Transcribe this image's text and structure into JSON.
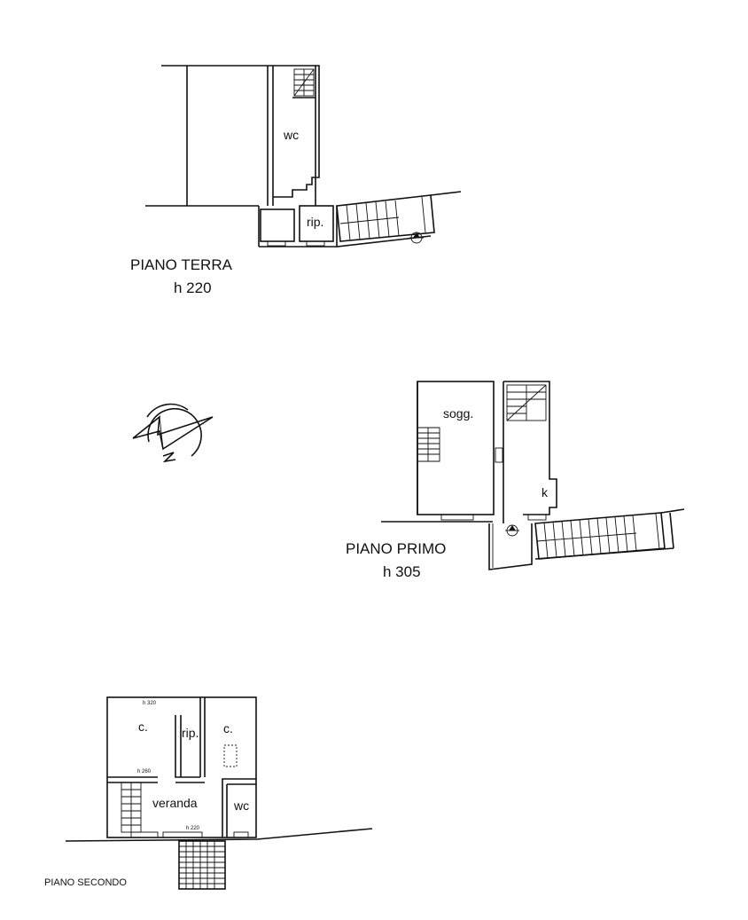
{
  "floors": [
    {
      "title": "PIANO TERRA",
      "height": "h 220",
      "rooms": [
        "wc",
        "rip."
      ]
    },
    {
      "title": "PIANO PRIMO",
      "height": "h 305",
      "rooms": [
        "sogg.",
        "k"
      ]
    },
    {
      "title": "PIANO SECONDO",
      "height": "",
      "rooms": [
        "c.",
        "rip.",
        "c.",
        "veranda",
        "wc"
      ],
      "heights": [
        "h 320",
        "h 260",
        "h 220"
      ]
    }
  ],
  "compass": {
    "label": "N",
    "icon": "north-arrow-icon"
  }
}
